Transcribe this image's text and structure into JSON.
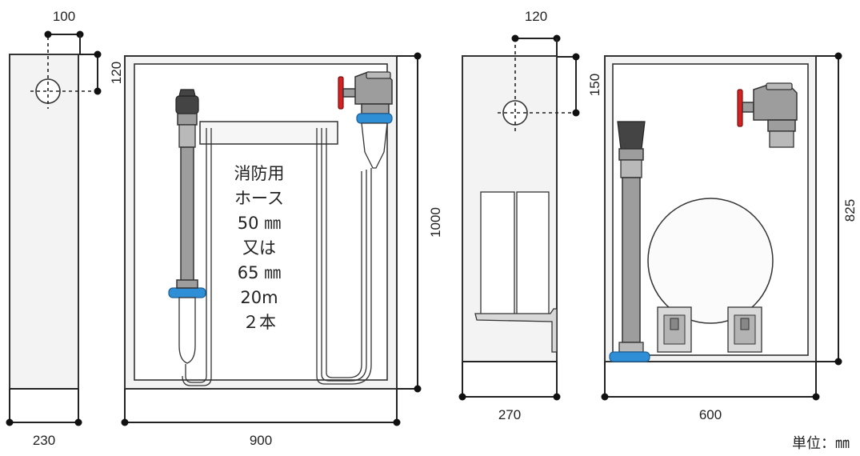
{
  "dimensions": {
    "left_top_offset": "100",
    "left_vertical_offset": "120",
    "left_depth": "230",
    "left_width": "900",
    "left_height": "1000",
    "right_top_offset": "120",
    "right_vertical_offset": "150",
    "right_depth": "270",
    "right_width": "600",
    "right_height": "825"
  },
  "hose_label": [
    "消防用",
    "ホース",
    "50 ㎜",
    "又は",
    "65 ㎜",
    "20m",
    "２本"
  ],
  "unit_label": "単位：㎜",
  "colors": {
    "coupling_blue": "#2f8fd6",
    "valve_red": "#d42222",
    "metal_gray": "#9d9d9d"
  }
}
